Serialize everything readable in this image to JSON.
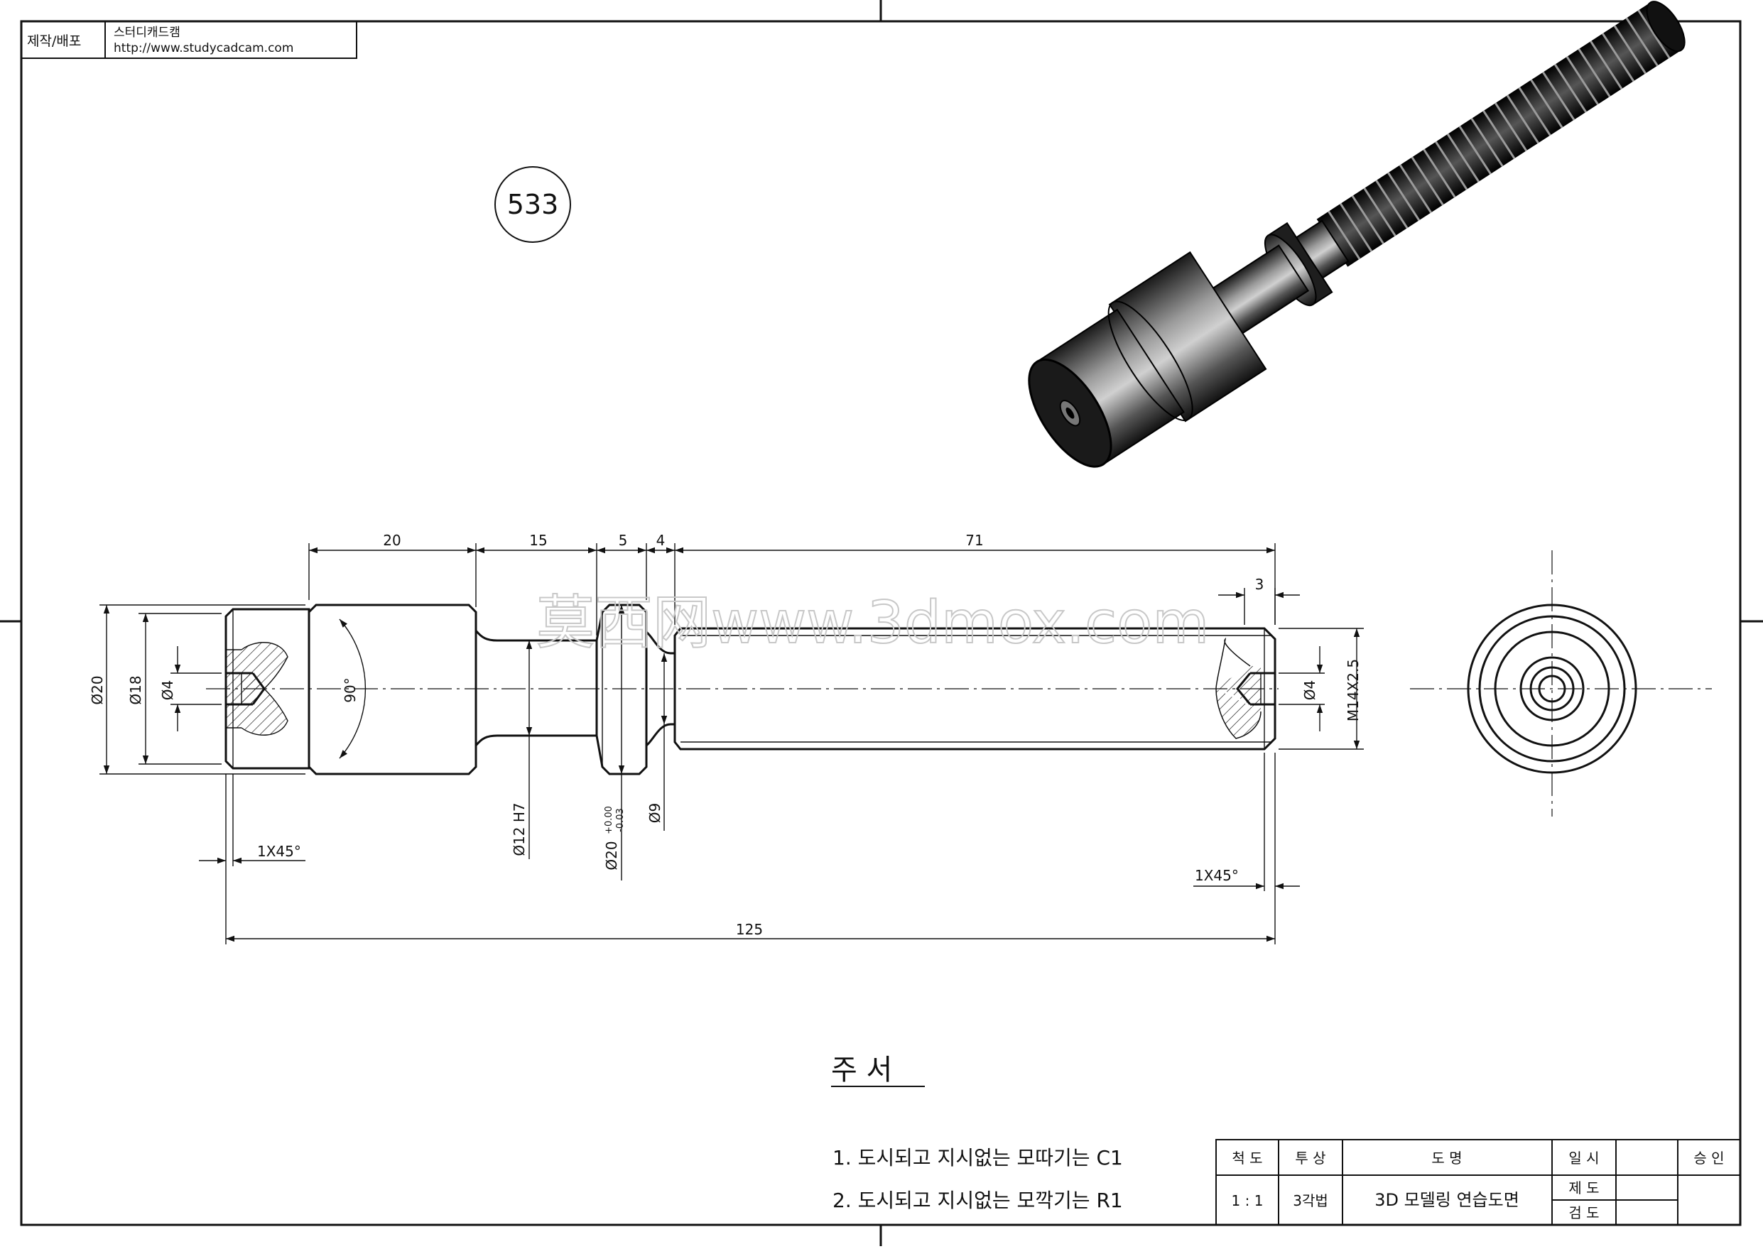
{
  "header": {
    "label": "제작/배포",
    "company": "스터디캐드캠",
    "url": "http://www.studycadcam.com"
  },
  "drawing_number": "533",
  "watermark": "莫西网www.3dmox.com",
  "dimensions": {
    "d20_len": "20",
    "d15_len": "15",
    "d5_len": "5",
    "d4_len": "4",
    "d71_len": "71",
    "d3_len": "3",
    "dia20": "Ø20",
    "dia18": "Ø18",
    "dia4_left": "Ø4",
    "angle90": "90°",
    "dia12": "Ø12 H7",
    "dia20_tol": "Ø20",
    "tol_upper": "+0.00",
    "tol_lower": "-0.03",
    "dia9": "Ø9",
    "dia4_right": "Ø4",
    "thread": "M14X2.5",
    "chamfer_left": "1X45°",
    "chamfer_right": "1X45°",
    "total_len": "125"
  },
  "notes": {
    "title": "주 서",
    "line1": "1. 도시되고 지시없는 모따기는 C1",
    "line2": "2. 도시되고 지시없는 모깍기는 R1"
  },
  "title_block": {
    "scale_header": "척 도",
    "projection_header": "투 상",
    "name_header": "도 명",
    "date_header": "일 시",
    "approval_header": "승 인",
    "scale_value": "1 : 1",
    "projection_value": "3각법",
    "drawing_name": "3D 모델링 연습도면",
    "drawn_label": "제 도",
    "checked_label": "검 도"
  }
}
